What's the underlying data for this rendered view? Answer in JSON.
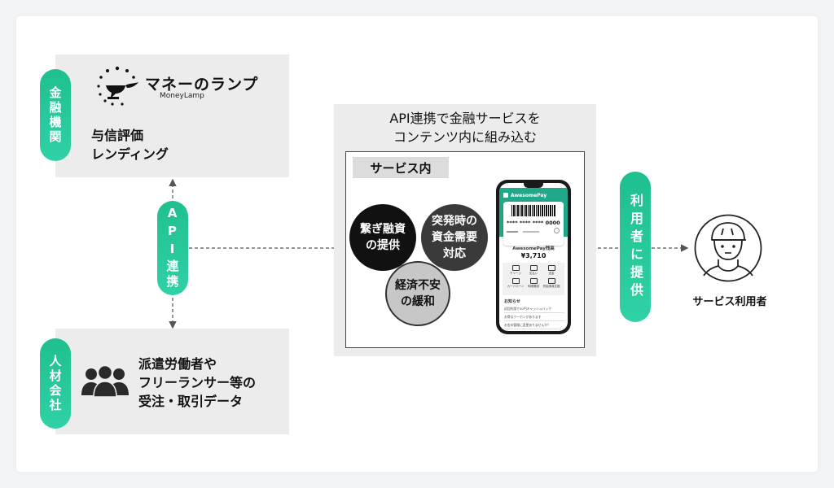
{
  "finance": {
    "tag": "金融機関",
    "logo_main": "マネーのランプ",
    "logo_sub": "MoneyLamp",
    "desc_line1": "与信評価",
    "desc_line2": "レンディング"
  },
  "api": {
    "tag": "API連携"
  },
  "staffing": {
    "tag": "人材会社",
    "desc_line1": "派遣労働者や",
    "desc_line2": "フリーランサー等の",
    "desc_line3": "受注・取引データ"
  },
  "service": {
    "title_line1": "API連携で金融サービスを",
    "title_line2": "コンテンツ内に組み込む",
    "inner_label": "サービス内",
    "circles": [
      {
        "text": "繋ぎ融資\nの提供",
        "color": "#111111",
        "text_color": "#ffffff"
      },
      {
        "text": "突発時の\n資金需要\n対応",
        "color": "#3a3a3a",
        "text_color": "#ffffff"
      },
      {
        "text": "経済不安\nの緩和",
        "color": "#c7c7c7",
        "text_color": "#111111"
      }
    ]
  },
  "phone": {
    "app_name": "AwesomePay",
    "card_number": "**** **** **** 0000",
    "balance_label": "AwesomePay残高",
    "balance": "¥3,710",
    "menu": [
      "チャージ",
      "支払い",
      "送金",
      "カードローン",
      "明細確認",
      "資金調達支援"
    ],
    "news_title": "お知らせ",
    "news_items": [
      "初回利用で50円キャッシュバック",
      "お得なクーポンがあります",
      "お金の管理に変更ありませんか？"
    ]
  },
  "provide": {
    "tag": "利用者に提供"
  },
  "user": {
    "label": "サービス利用者"
  },
  "colors": {
    "accent": "#22c79a",
    "panel": "#ececec"
  }
}
